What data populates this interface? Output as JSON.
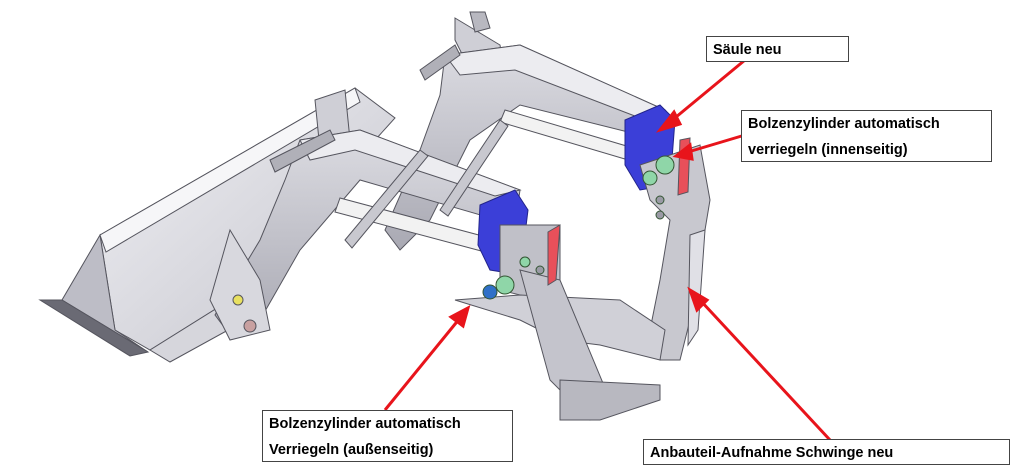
{
  "callouts": {
    "saeule": {
      "text": "Säule neu"
    },
    "bolzen_innen": {
      "line1": "Bolzenzylinder automatisch",
      "line2": "verriegeln (innenseitig)"
    },
    "bolzen_aussen": {
      "line1": "Bolzenzylinder automatisch",
      "line2": "Verriegeln (außenseitig)"
    },
    "anbauteil": {
      "text": "Anbauteil-Aufnahme Schwinge neu"
    }
  },
  "colors": {
    "arrow": "#e8141b",
    "frame_light": "#e2e2e6",
    "frame_mid": "#c8c8cf",
    "frame_dark": "#9a9aa5",
    "outline": "#55555e",
    "bracket": "#3b3fd8",
    "cylinder": "#f2f2f2",
    "pin": "#8fd6a8",
    "pin_blue": "#3070c8",
    "accent_yellow": "#e8e060"
  }
}
